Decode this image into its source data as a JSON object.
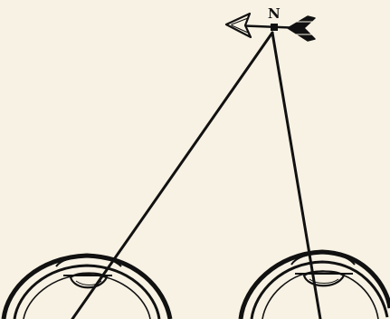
{
  "figure": {
    "background": "#f8f2e4",
    "ink": "#111111",
    "vane_label": "N",
    "elements": [
      "weather-vane-arrow",
      "left-sight-line",
      "right-sight-line",
      "left-eyeball",
      "right-eyeball"
    ]
  }
}
